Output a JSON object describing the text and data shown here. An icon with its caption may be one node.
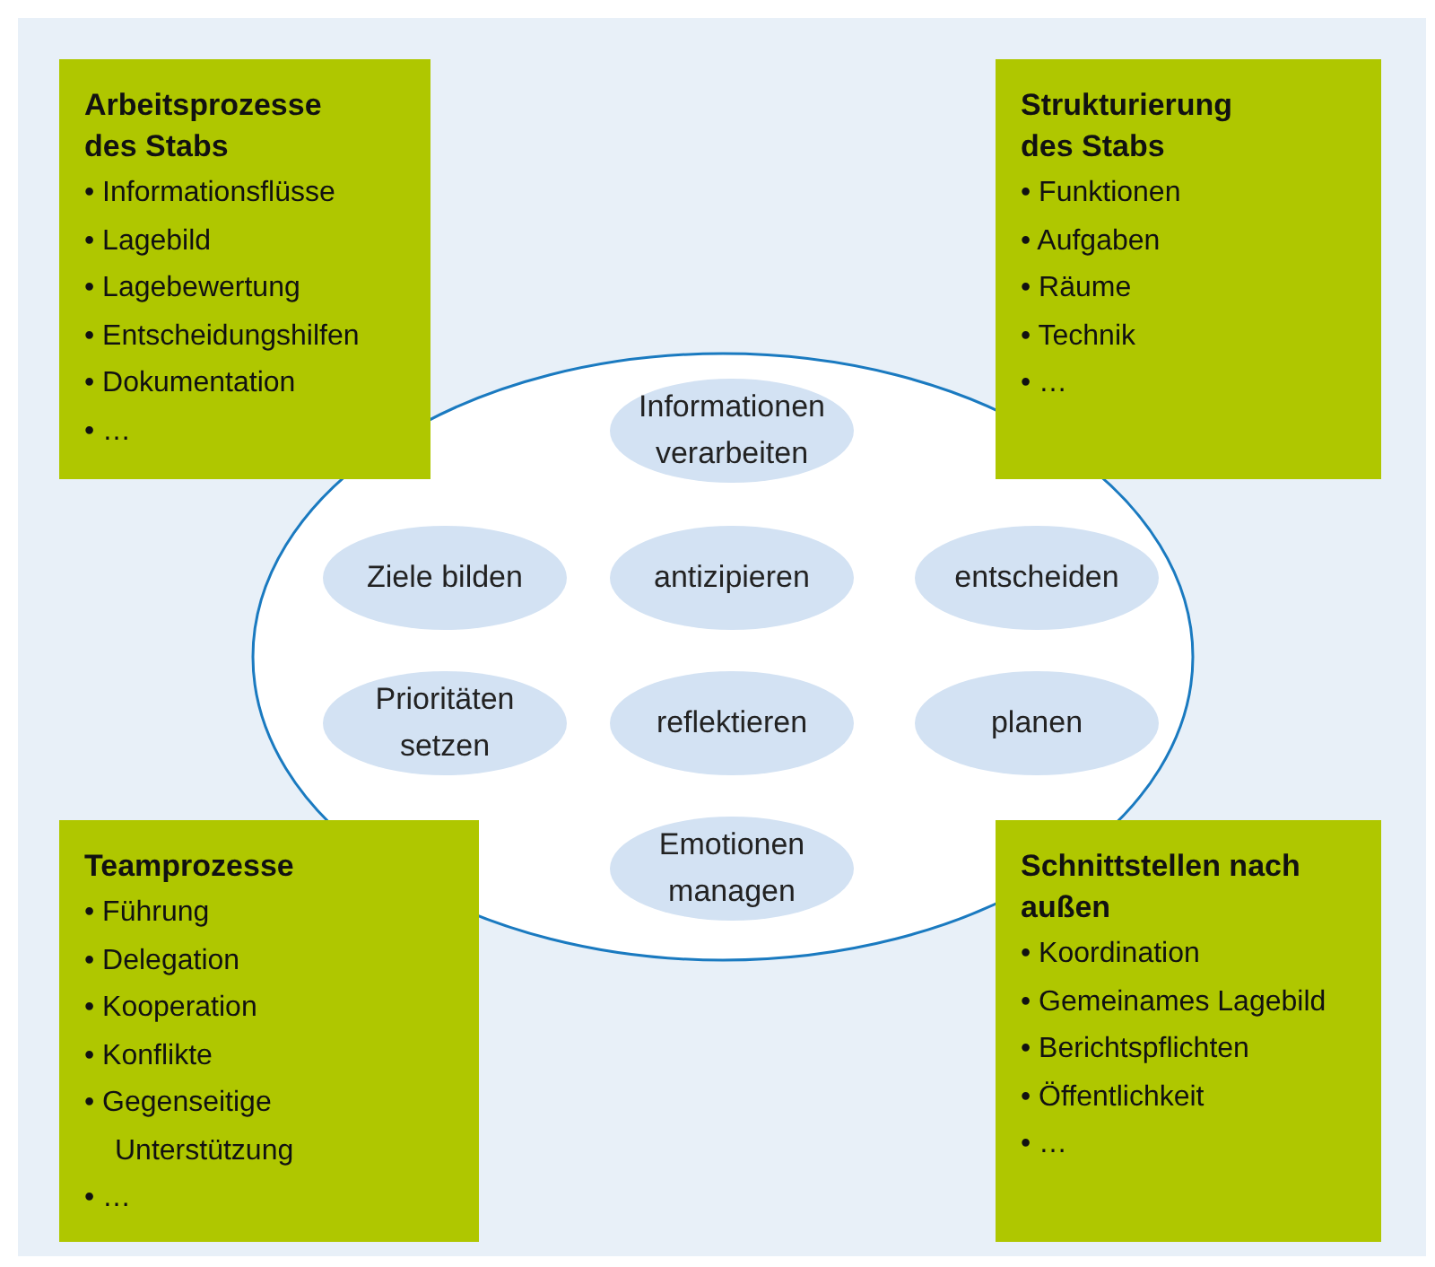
{
  "diagram": {
    "nodes": [
      {
        "text": [
          "Arbeitsprozesse des Stabs",
          "• Informationsflüsse",
          "• Lagebild",
          "• Lagebewertung",
          "• Entscheidungshilfen",
          "• Dokumentation",
          "• …"
        ]
      },
      {
        "text": [
          "Strukturierung des Stabs",
          "• Funktionen",
          "• Aufgaben",
          "• Räume",
          "• Technik",
          "• …"
        ]
      },
      {
        "text": [],
        "shape": "ellipse"
      },
      {
        "text": [
          "Informationen verarbeiten"
        ],
        "in": 2
      },
      {
        "text": [
          "Ziele bilden"
        ],
        "in": 2
      },
      {
        "text": [
          "antizipieren"
        ],
        "in": 2
      },
      {
        "text": [
          "entscheiden"
        ],
        "in": 2
      },
      {
        "text": [
          "Prioritäten setzen"
        ],
        "in": 2
      },
      {
        "text": [
          "reflektieren"
        ],
        "in": 2
      },
      {
        "text": [
          "planen"
        ],
        "in": 2
      },
      {
        "text": [
          "Emotionen managen"
        ],
        "in": 2
      },
      {
        "text": [
          "Teamprozesse",
          "• Führung",
          "• Delegation",
          "• Kooperation",
          "• Konflikte",
          "• Gegenseitige Unterstützung",
          "• …"
        ]
      },
      {
        "text": [
          "Schnittstellen nach außen",
          "• Koordination",
          "• Gemeinames Lagebild",
          "• Berichtspflichten",
          "• Öffentlichkeit",
          "• …"
        ]
      }
    ]
  }
}
